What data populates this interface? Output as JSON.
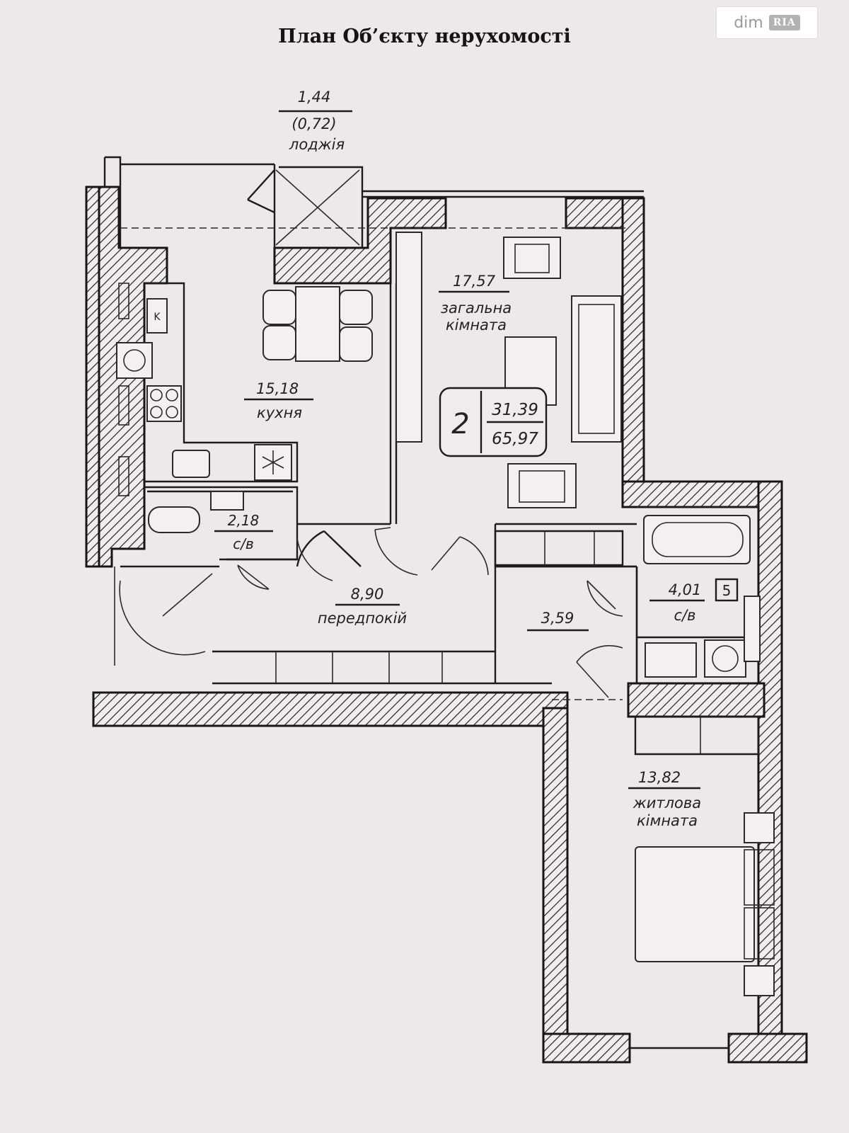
{
  "title": "План Об’єкту нерухомості",
  "watermark": {
    "text": "dim",
    "badge": "RIA"
  },
  "rooms": {
    "loggia": {
      "area": "1,44",
      "reduced_area": "(0,72)",
      "name": "лоджія"
    },
    "living_room": {
      "area": "17,57",
      "name_line1": "загальна",
      "name_line2": "кімната"
    },
    "kitchen": {
      "area": "15,18",
      "name": "кухня"
    },
    "wc": {
      "area": "2,18",
      "name": "с/в"
    },
    "hall": {
      "area": "8,90",
      "name": "передпокій"
    },
    "corridor": {
      "area": "3,59"
    },
    "bathroom": {
      "area": "4,01",
      "tag": "5",
      "name": "с/в"
    },
    "bedroom": {
      "area": "13,82",
      "name_line1": "житлова",
      "name_line2": "кімната"
    }
  },
  "apartment": {
    "rooms_count": "2",
    "living_area": "31,39",
    "total_area": "65,97"
  },
  "icons": [
    "refrigerator-icon",
    "stove-icon",
    "sink-icon",
    "snowflake-icon",
    "toilet-icon",
    "bathtub-icon",
    "washing-machine-icon",
    "bed-icon",
    "sofa-icon",
    "armchair-icon",
    "dining-table-icon"
  ]
}
